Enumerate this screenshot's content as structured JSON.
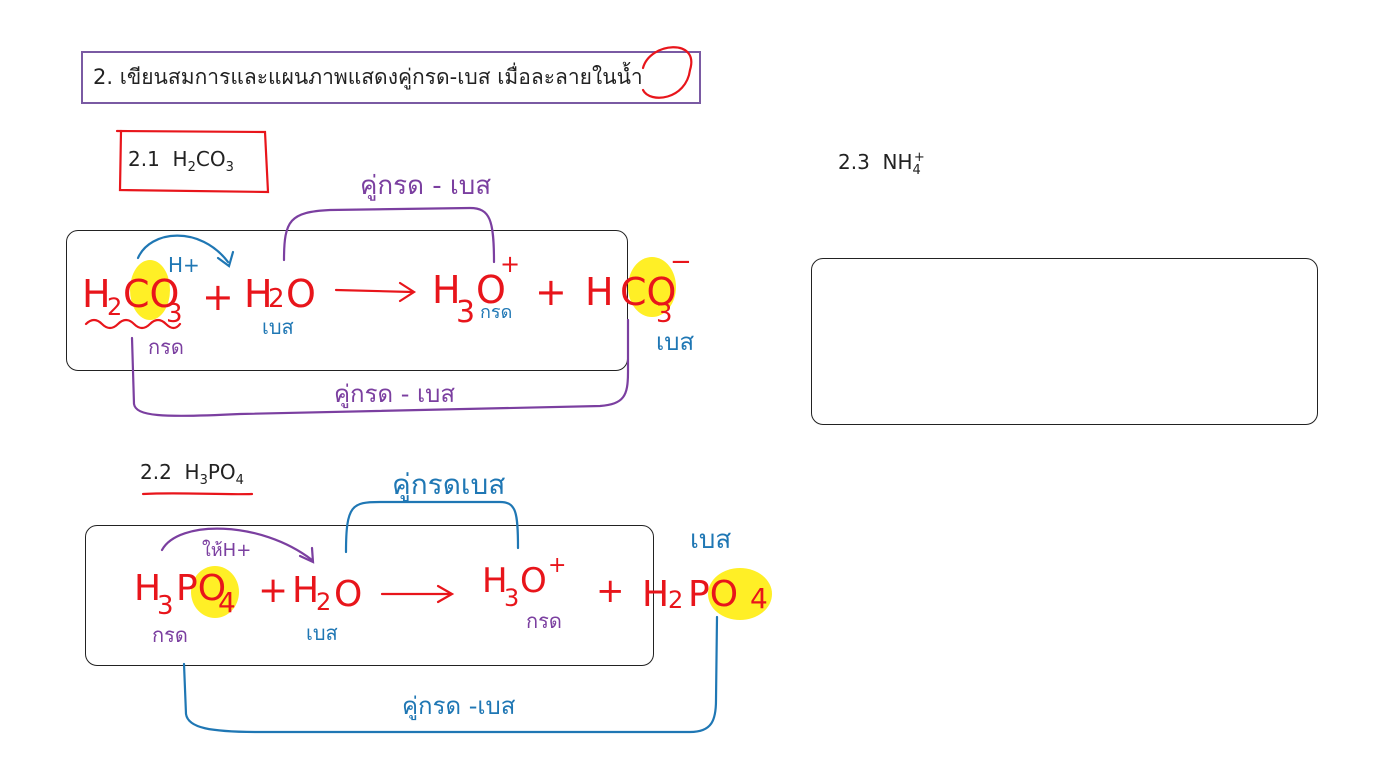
{
  "title": "2. เขียนสมการและแผนภาพแสดงคู่กรด-เบส เมื่อละลายในน้ำ",
  "sections": {
    "s21": {
      "num": "2.1",
      "f1": "H",
      "s1": "2",
      "f2": "CO",
      "s2": "3"
    },
    "s22": {
      "num": "2.2",
      "f1": "H",
      "s1": "3",
      "f2": "PO",
      "s2": "4"
    },
    "s23": {
      "num": "2.3",
      "f1": "NH",
      "s1": "4",
      "sup": "+"
    }
  },
  "eq1": {
    "r1a": "H",
    "r1b": "2",
    "r1c": "CO",
    "r1d": "3",
    "plus1": "+",
    "r2a": "H",
    "r2b": "2",
    "r2c": "O",
    "p1a": "H",
    "p1b": "3",
    "p1c": "O",
    "p1d": "+",
    "plus2": "+",
    "p2a": "H",
    "p2b": "CO",
    "p2c": "3",
    "p2d": "−",
    "ion_h": "H+",
    "lbl_acid1": "กรด",
    "lbl_base1": "เบส",
    "lbl_acid2": "กรด",
    "lbl_base2": "เบส",
    "pair_top": "คู่กรด - เบส",
    "pair_bottom": "คู่กรด - เบส"
  },
  "eq2": {
    "r1a": "H",
    "r1b": "3",
    "r1c": "PO",
    "r1d": "4",
    "plus1": "+",
    "r2a": "H",
    "r2b": "2",
    "r2c": "O",
    "p1a": "H",
    "p1b": "3",
    "p1c": "O",
    "p1d": "+",
    "plus2": "+",
    "p2a": "H",
    "p2b": "2",
    "p2c": "PO",
    "p2d": "4",
    "ion_h": "ให้H+",
    "lbl_acid1": "กรด",
    "lbl_base1": "เบส",
    "lbl_acid2": "กรด",
    "lbl_base2": "เบส",
    "pair_top": "คู่กรดเบส",
    "pair_bottom": "คู่กรด -เบส"
  },
  "colors": {
    "red": "#e8151b",
    "blue": "#1f77b4",
    "purple": "#7b3fa0",
    "highlight": "#ffee1a",
    "box": "#7a5aa3"
  }
}
